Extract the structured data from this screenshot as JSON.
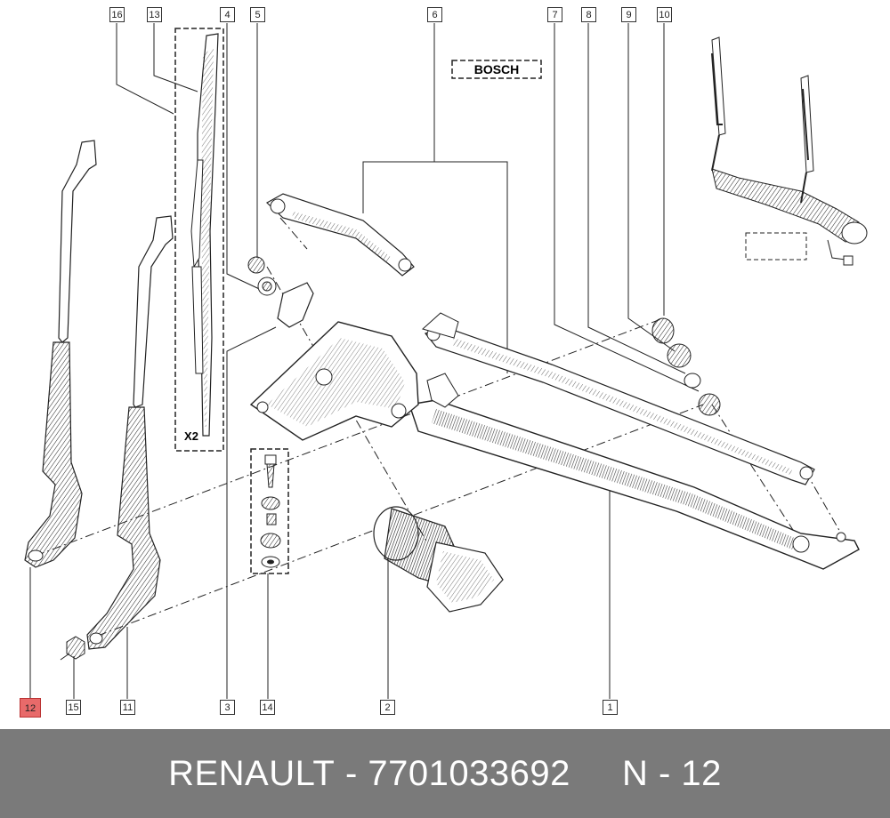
{
  "diagram": {
    "brand_label": "BOSCH",
    "quantity_label": "X2",
    "callouts": [
      "16",
      "13",
      "4",
      "5",
      "6",
      "7",
      "8",
      "9",
      "10",
      "12",
      "15",
      "11",
      "3",
      "14",
      "2",
      "1"
    ],
    "highlighted_callout": "12"
  },
  "footer": {
    "make": "RENAULT",
    "separator": "-",
    "part_number": "7701033692",
    "ref_prefix": "N",
    "ref_separator": "-",
    "ref_number": "12"
  },
  "colors": {
    "highlight": "#e86a6a",
    "footer_bg": "#7a7a7a",
    "footer_text": "#ffffff"
  }
}
